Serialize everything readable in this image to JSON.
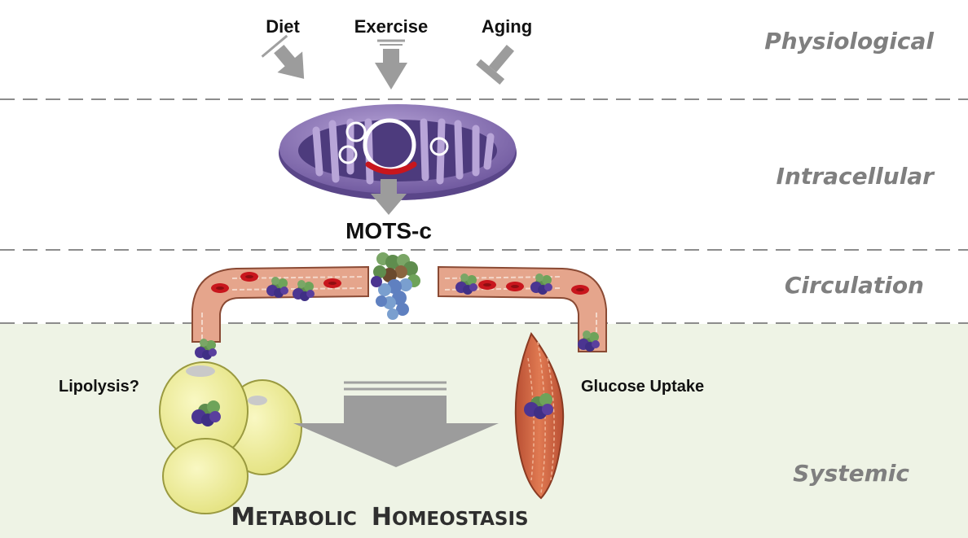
{
  "inputs": {
    "diet": "Diet",
    "exercise": "Exercise",
    "aging": "Aging"
  },
  "levels": {
    "physiological": "Physiological",
    "intracellular": "Intracellular",
    "circulation": "Circulation",
    "systemic": "Systemic"
  },
  "peptide_label": "MOTS-c",
  "effects": {
    "lipolysis": "Lipolysis?",
    "glucose_uptake": "Glucose Uptake"
  },
  "outcome": {
    "first_initial": "M",
    "first_rest": "ETABOLIC",
    "second_initial": "H",
    "second_rest": "OMEOSTASIS"
  },
  "colors": {
    "systemic_band": "#eef3e5",
    "arrow_gray": "#9c9c9c",
    "mitochondria_purple": "#8f77b8",
    "vessel": "#e5a58c",
    "red_cell": "#c8161d",
    "fat_cell": "#f0ef95",
    "muscle": "#d86b45",
    "peptide_purple": "#5a3f9e",
    "peptide_green": "#5f8d4e"
  },
  "icons": [
    "mitochondrion-icon",
    "peptide-molecule-icon",
    "blood-vessel-icon",
    "red-blood-cell-icon",
    "fat-cell-icon",
    "muscle-fiber-icon",
    "inhibition-t-bar-icon"
  ]
}
